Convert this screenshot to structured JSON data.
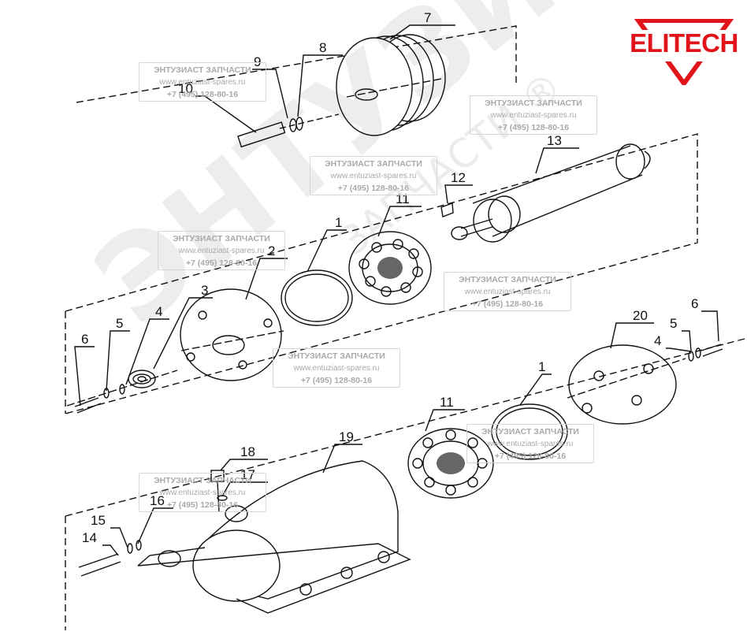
{
  "brand": {
    "name": "ELITECH",
    "color": "#e0141a"
  },
  "watermark_background": {
    "word": "ЭНТУЗИАСТ",
    "sub": "ЗАПЧАСТИ ®"
  },
  "watermark_stamp": {
    "title": "ЭНТУЗИАСТ ЗАПЧАСТИ",
    "url": "www.entuziast-spares.ru",
    "phone": "+7 (495) 128-80-16"
  },
  "part_labels": [
    "7",
    "8",
    "9",
    "10",
    "13",
    "12",
    "11",
    "1",
    "2",
    "3",
    "4",
    "5",
    "6",
    "20",
    "5",
    "4",
    "6",
    "1",
    "11",
    "19",
    "18",
    "17",
    "16",
    "15",
    "14"
  ]
}
